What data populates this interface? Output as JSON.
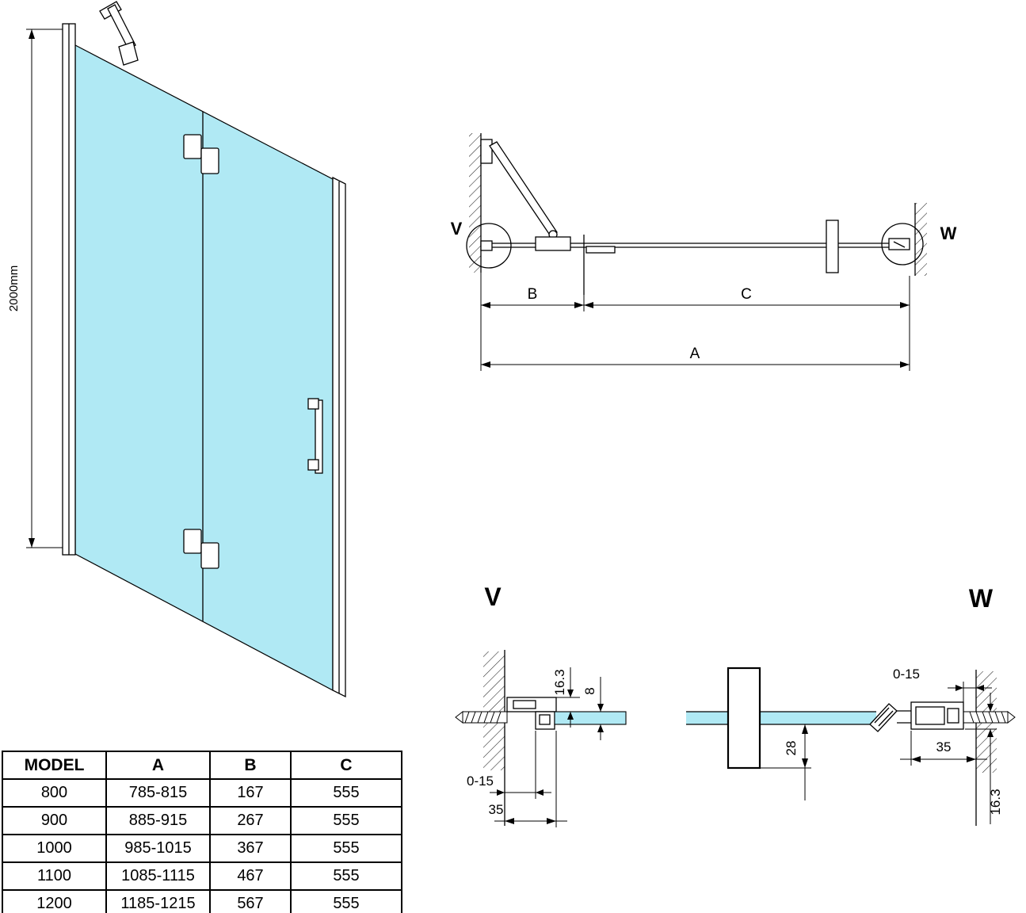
{
  "front_view": {
    "height_dim": "2000mm"
  },
  "plan_view": {
    "detail_v_marker": "V",
    "detail_w_marker": "W",
    "dim_b": "B",
    "dim_c": "C",
    "dim_a": "A"
  },
  "detail_v": {
    "title": "V",
    "dim_profile_height": "16.3",
    "dim_glass_thickness": "8",
    "dim_wall_adjustment": "0-15",
    "dim_profile_width": "35"
  },
  "detail_w": {
    "title": "W",
    "dim_wall_adjustment": "0-15",
    "dim_profile_width": "35",
    "dim_overlap": "28",
    "dim_profile_height": "16.3"
  },
  "spec_table": {
    "headers": [
      "MODEL",
      "A",
      "B",
      "C"
    ],
    "rows": [
      [
        "800",
        "785-815",
        "167",
        "555"
      ],
      [
        "900",
        "885-915",
        "267",
        "555"
      ],
      [
        "1000",
        "985-1015",
        "367",
        "555"
      ],
      [
        "1100",
        "1085-1115",
        "467",
        "555"
      ],
      [
        "1200",
        "1185-1215",
        "567",
        "555"
      ]
    ]
  },
  "colors": {
    "glass": "#b0e9f4",
    "line": "#000000"
  }
}
